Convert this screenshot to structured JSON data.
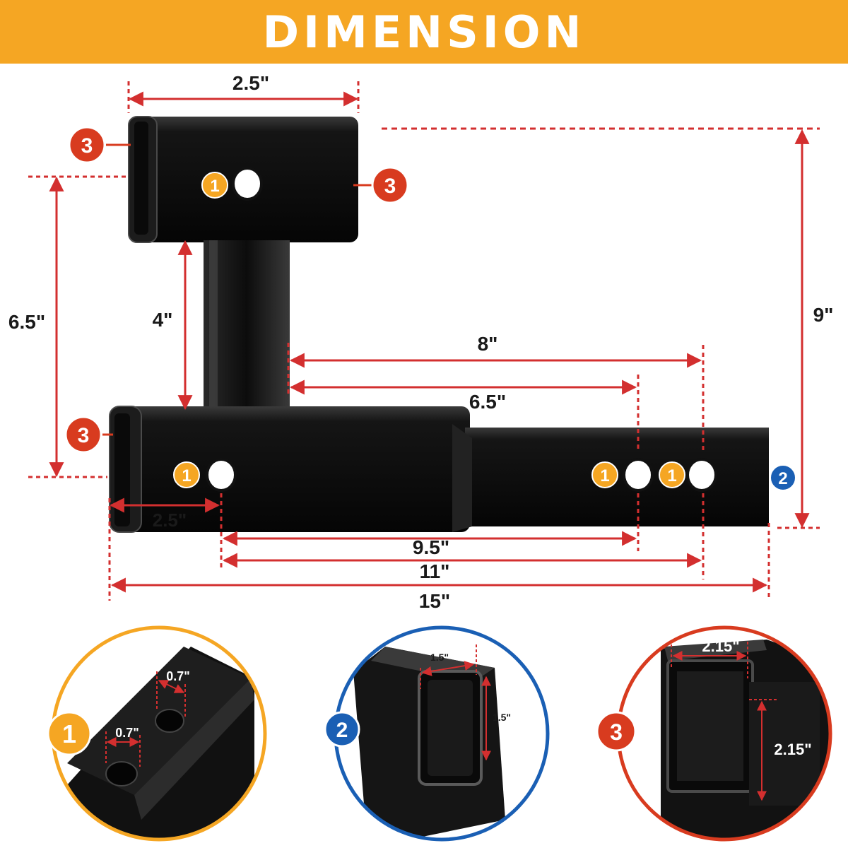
{
  "banner": {
    "title": "DIMENSION"
  },
  "colors": {
    "banner": "#f5a623",
    "dimension_line": "#d32f2f",
    "badge_hole": "#f5a623",
    "badge_end": "#1a5fb4",
    "badge_collar": "#d83b1f"
  },
  "badges": {
    "hole": "1",
    "end": "2",
    "collar": "3"
  },
  "dimensions": {
    "top_width": "2.5\"",
    "left_height": "6.5\"",
    "riser": "4\"",
    "overall_height": "9\"",
    "hole_to_far": "8\"",
    "hole_to_mid": "6.5\"",
    "front_offset": "2.5\"",
    "hole_span_mid": "9.5\"",
    "hole_span_far": "11\"",
    "overall_length": "15\""
  },
  "details": {
    "hole": {
      "badge": "1",
      "d1": "0.7\"",
      "d2": "0.7\""
    },
    "end": {
      "badge": "2",
      "w": "1.5\"",
      "h": "1.5\""
    },
    "collar": {
      "badge": "3",
      "w": "2.15\"",
      "h": "2.15\""
    }
  }
}
